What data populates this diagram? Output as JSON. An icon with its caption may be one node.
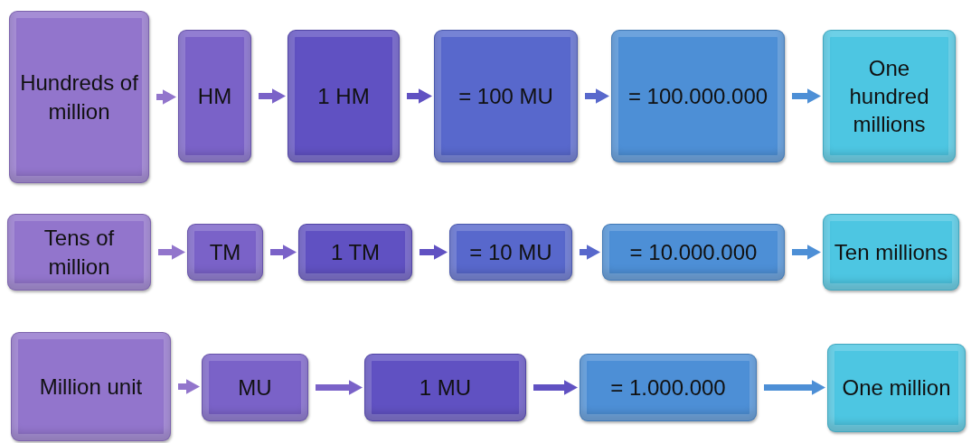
{
  "diagram": {
    "nodes": [
      {
        "text": [
          "Hundreds of million"
        ]
      },
      {
        "text": [
          "HM"
        ]
      },
      {
        "text": [
          "1 HM"
        ]
      },
      {
        "text": [
          "= 100 MU"
        ]
      },
      {
        "text": [
          "= 100.000.000"
        ]
      },
      {
        "text": [
          "One hundred millions"
        ]
      },
      {
        "text": [
          "Tens of million"
        ]
      },
      {
        "text": [
          "TM"
        ]
      },
      {
        "text": [
          "1 TM"
        ]
      },
      {
        "text": [
          "= 10 MU"
        ]
      },
      {
        "text": [
          "= 10.000.000"
        ]
      },
      {
        "text": [
          "Ten millions"
        ]
      },
      {
        "text": [
          "Million unit"
        ]
      },
      {
        "text": [
          "MU"
        ]
      },
      {
        "text": [
          "1 MU"
        ]
      },
      {
        "text": [
          "= 1.000.000"
        ]
      },
      {
        "text": [
          "One million"
        ]
      }
    ],
    "edges": [
      {
        "from": 0,
        "to": 1,
        "arrow": "to"
      },
      {
        "from": 1,
        "to": 2,
        "arrow": "to"
      },
      {
        "from": 2,
        "to": 3,
        "arrow": "to"
      },
      {
        "from": 3,
        "to": 4,
        "arrow": "to"
      },
      {
        "from": 4,
        "to": 5,
        "arrow": "to"
      },
      {
        "from": 6,
        "to": 7,
        "arrow": "to"
      },
      {
        "from": 7,
        "to": 8,
        "arrow": "to"
      },
      {
        "from": 8,
        "to": 9,
        "arrow": "to"
      },
      {
        "from": 9,
        "to": 10,
        "arrow": "to"
      },
      {
        "from": 10,
        "to": 11,
        "arrow": "to"
      },
      {
        "from": 12,
        "to": 13,
        "arrow": "to"
      },
      {
        "from": 13,
        "to": 14,
        "arrow": "to"
      },
      {
        "from": 14,
        "to": 15,
        "arrow": "to"
      },
      {
        "from": 15,
        "to": 16,
        "arrow": "to"
      }
    ]
  }
}
